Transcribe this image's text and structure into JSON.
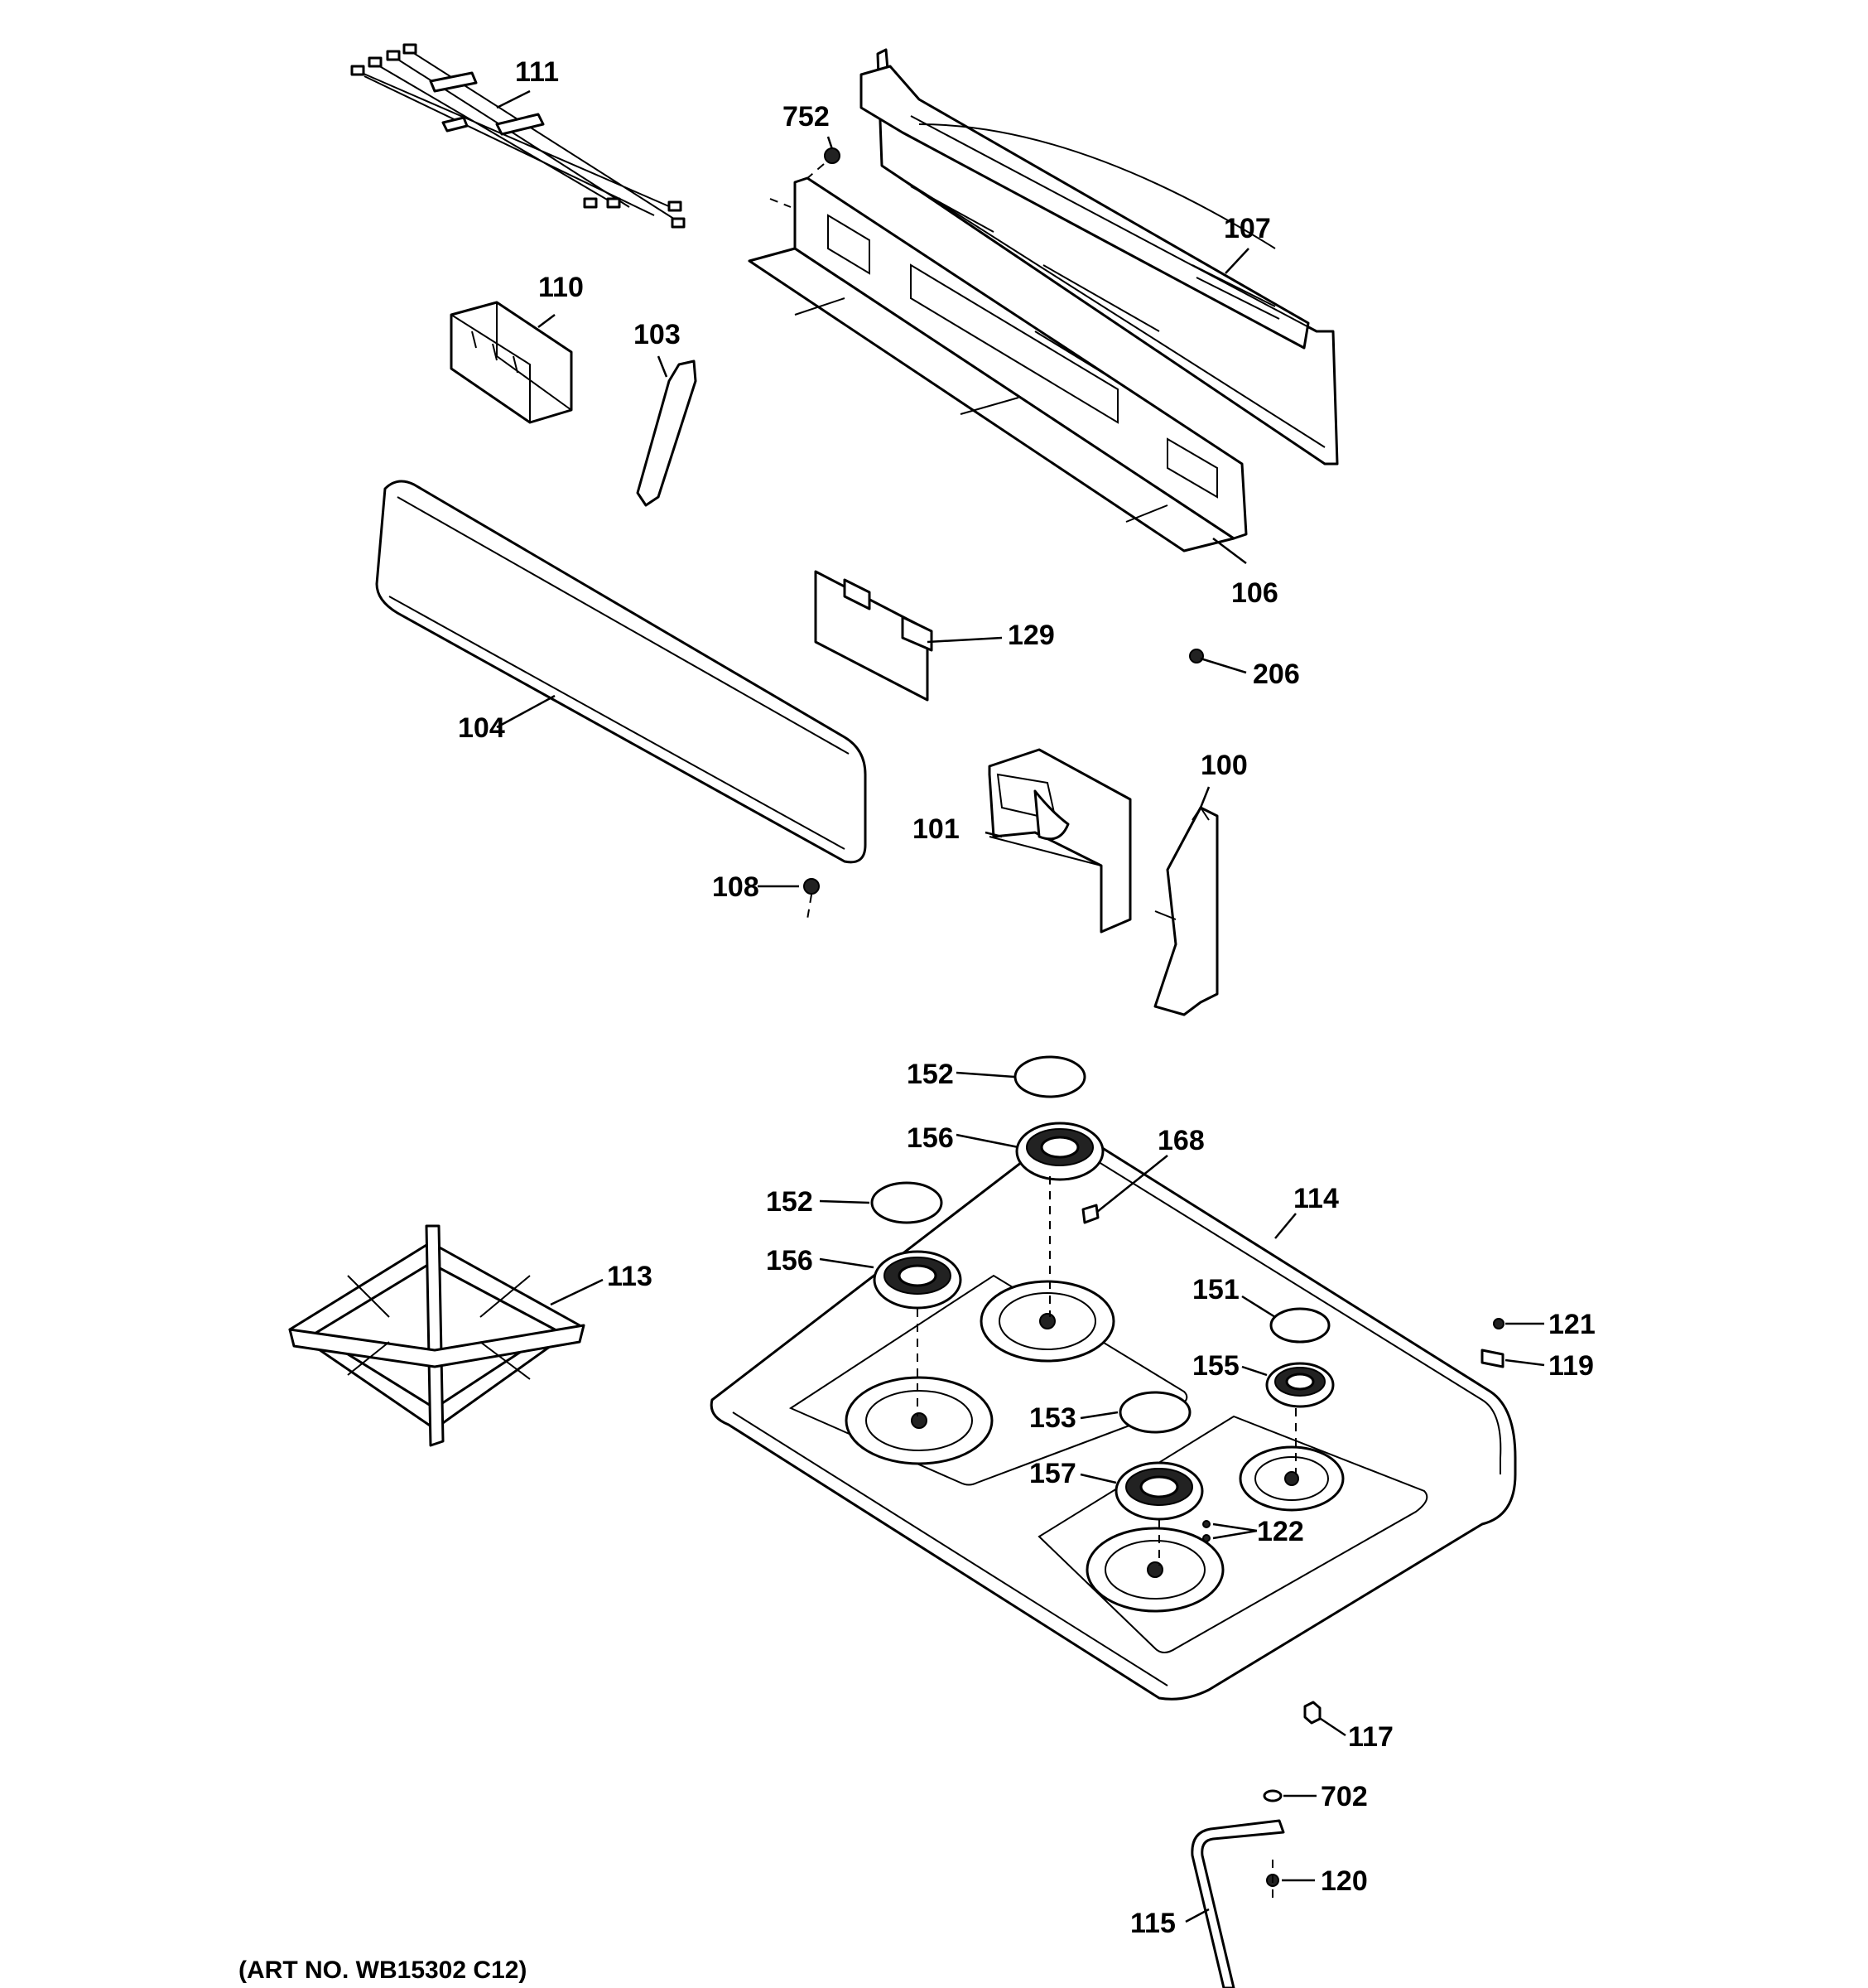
{
  "art_number": "(ART NO. WB15302 C12)",
  "callouts": [
    {
      "id": "c111",
      "text": "111"
    },
    {
      "id": "c752",
      "text": "752"
    },
    {
      "id": "c107",
      "text": "107"
    },
    {
      "id": "c110",
      "text": "110"
    },
    {
      "id": "c103",
      "text": "103"
    },
    {
      "id": "c106",
      "text": "106"
    },
    {
      "id": "c129",
      "text": "129"
    },
    {
      "id": "c206",
      "text": "206"
    },
    {
      "id": "c104",
      "text": "104"
    },
    {
      "id": "c100",
      "text": "100"
    },
    {
      "id": "c101",
      "text": "101"
    },
    {
      "id": "c108",
      "text": "108"
    },
    {
      "id": "c152a",
      "text": "152"
    },
    {
      "id": "c156a",
      "text": "156"
    },
    {
      "id": "c168",
      "text": "168"
    },
    {
      "id": "c152b",
      "text": "152"
    },
    {
      "id": "c114",
      "text": "114"
    },
    {
      "id": "c113",
      "text": "113"
    },
    {
      "id": "c156b",
      "text": "156"
    },
    {
      "id": "c151",
      "text": "151"
    },
    {
      "id": "c121",
      "text": "121"
    },
    {
      "id": "c155",
      "text": "155"
    },
    {
      "id": "c119",
      "text": "119"
    },
    {
      "id": "c153",
      "text": "153"
    },
    {
      "id": "c157",
      "text": "157"
    },
    {
      "id": "c122",
      "text": "122"
    },
    {
      "id": "c117",
      "text": "117"
    },
    {
      "id": "c702",
      "text": "702"
    },
    {
      "id": "c120",
      "text": "120"
    },
    {
      "id": "c115",
      "text": "115"
    }
  ]
}
